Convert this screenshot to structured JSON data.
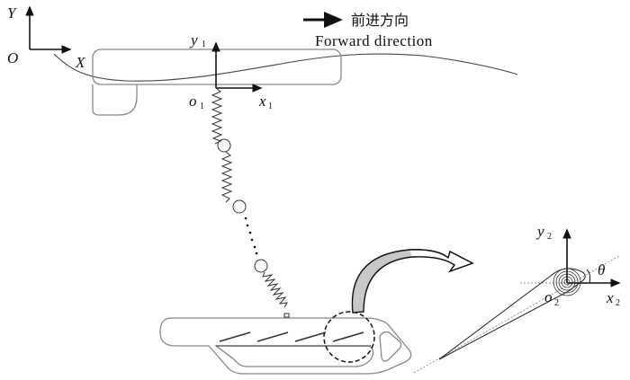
{
  "diagram": {
    "title": "Fish-like body with tail/fin segment attached via spring chain and local foil coordinate frame",
    "global_frame": {
      "origin_label": "O",
      "x_label": "X",
      "y_label": "Y"
    },
    "body_frame": {
      "origin_label": "o",
      "origin_subscript": "1",
      "x_label": "x",
      "x_subscript": "1",
      "y_label": "y",
      "y_subscript": "1"
    },
    "foil_frame": {
      "origin_label": "o",
      "origin_subscript": "2",
      "x_label": "x",
      "x_subscript": "2",
      "y_label": "y",
      "y_subscript": "2",
      "angle_label": "θ"
    },
    "direction_legend": {
      "icon": "right-arrow-icon",
      "label_cn": "前进方向",
      "label_en": "Forward direction"
    },
    "components": {
      "upper_body": "upper hull with keel",
      "spring_chain": "springs linked by spheres with dotted continuation",
      "lower_body": "lower hull with angled fins",
      "zoom_circle": "dashed detail circle",
      "zoom_arrow": "curved magnification arrow",
      "foil": "hydrofoil detail with spiral pivot"
    }
  }
}
